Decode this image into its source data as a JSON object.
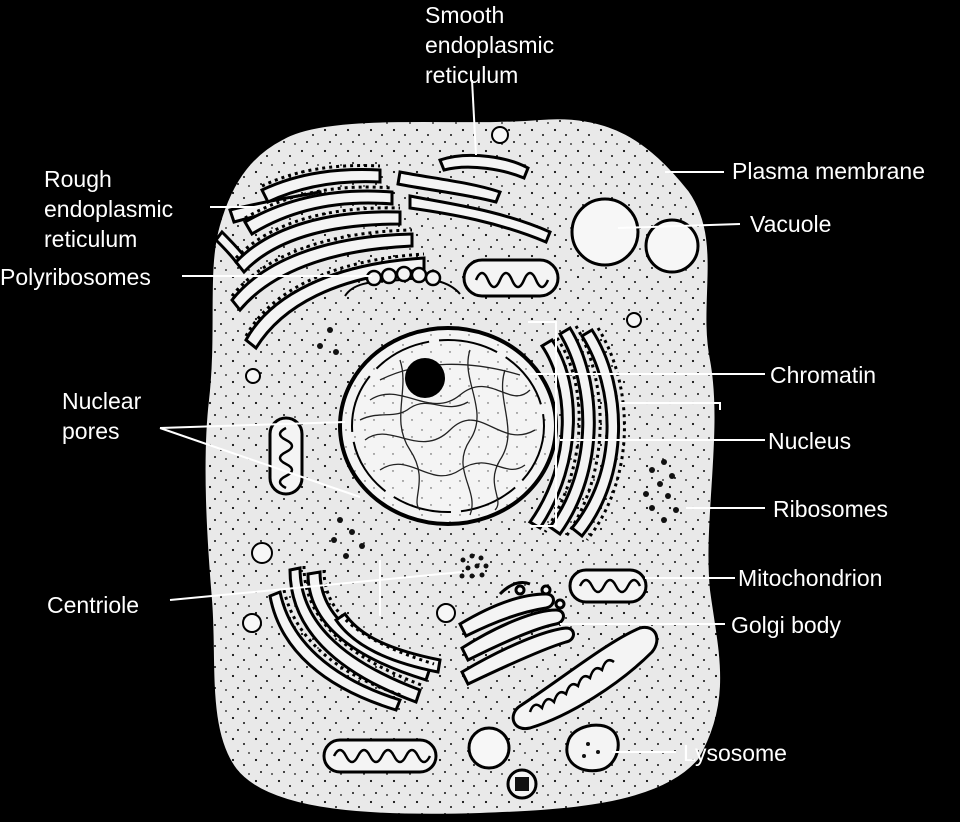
{
  "colors": {
    "background": "#000000",
    "cell_fill": "#e9e9e9",
    "nucleus_fill": "#f4f4f4",
    "ink": "#000000",
    "label_text": "#ffffff",
    "leader_line": "#ffffff"
  },
  "labels": {
    "smooth_er": [
      "Smooth",
      "endoplasmic",
      "reticulum"
    ],
    "rough_er": [
      "Rough",
      "endoplasmic",
      "reticulum"
    ],
    "polyribosomes": "Polyribosomes",
    "nuclear_pores": [
      "Nuclear",
      "pores"
    ],
    "centriole": "Centriole",
    "plasma_membrane": "Plasma membrane",
    "vacuole": "Vacuole",
    "chromatin": "Chromatin",
    "nucleus": "Nucleus",
    "ribosomes": "Ribosomes",
    "mitochondrion": "Mitochondrion",
    "golgi_body": "Golgi body",
    "lysosome": "Lysosome"
  }
}
